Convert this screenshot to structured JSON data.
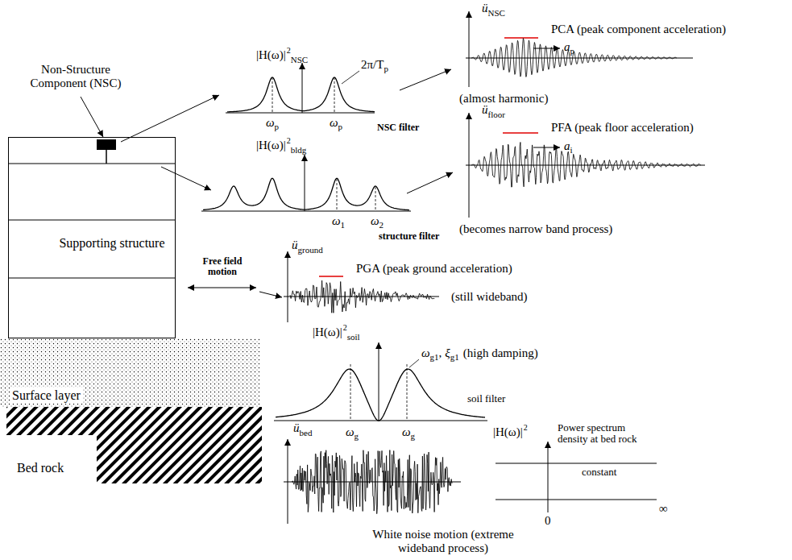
{
  "diagram": {
    "nodes": [
      {
        "text": [
          "Supporting structure"
        ]
      },
      {
        "text": [
          "Surface layer"
        ]
      },
      {
        "text": [
          "Bed rock"
        ]
      }
    ],
    "labels": [
      "Non-Structure Component (NSC)",
      "|H(ω)|",
      "2",
      "NSC",
      "2π/T",
      "p",
      "ω",
      "p",
      "ω",
      "p",
      "NSC filter",
      "ü",
      "NSC",
      "PCA (peak component acceleration)",
      "a",
      "p",
      "(almost harmonic)",
      "|H(ω)|",
      "2",
      "bldg",
      "ω",
      "1",
      "ω",
      "2",
      "structure filter",
      "ü",
      "floor",
      "PFA (peak floor acceleration)",
      "a",
      "i",
      "(becomes narrow band process)",
      "ü",
      "ground",
      "PGA (peak ground acceleration)",
      "(still wideband)",
      "Free field motion",
      "|H(ω)|",
      "2",
      "soil",
      "ω",
      "g1",
      ",",
      "ξ",
      "g1",
      "(high damping)",
      "ω",
      "g",
      "ω",
      "g",
      "soil filter",
      "ü",
      "bed",
      "|H(ω)|",
      "2",
      "Power spectrum density at bed rock",
      "constant",
      "0",
      "∞",
      "White noise motion (extreme wideband process)"
    ]
  }
}
